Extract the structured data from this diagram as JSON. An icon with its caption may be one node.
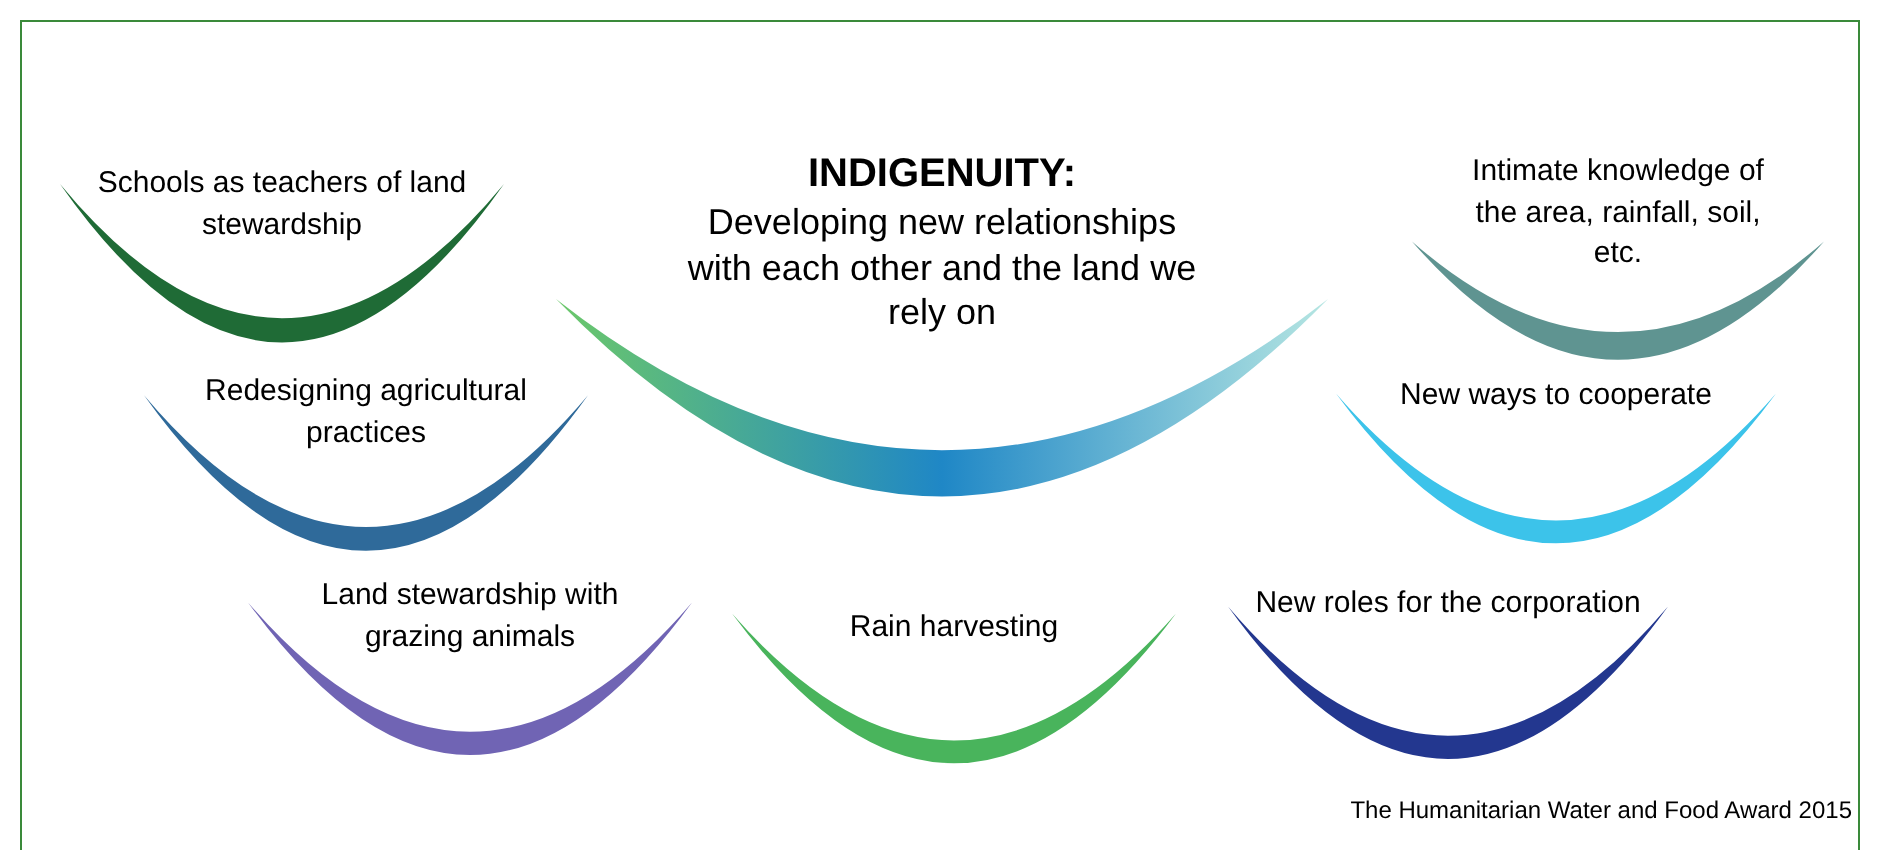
{
  "diagram": {
    "nodes": [
      {
        "text": [
          "Schools as teachers of land stewardship"
        ]
      },
      {
        "text": [
          "INDIGENUITY:",
          "Developing new relationships with each other and the land we rely on"
        ]
      },
      {
        "text": [
          "Intimate knowledge of the area, rainfall, soil, etc."
        ]
      },
      {
        "text": [
          "Redesigning agricultural practices"
        ]
      },
      {
        "text": [
          "New ways to cooperate"
        ]
      },
      {
        "text": [
          "Land stewardship with grazing animals"
        ]
      },
      {
        "text": [
          "Rain harvesting"
        ]
      },
      {
        "text": [
          "New roles for the corporation"
        ]
      }
    ],
    "labels": [
      "The Humanitarian Water and Food Award 2015"
    ]
  }
}
